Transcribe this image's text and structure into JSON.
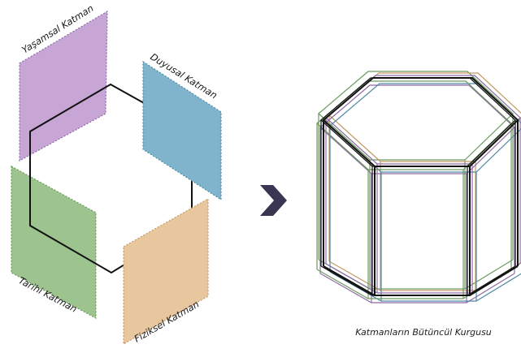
{
  "layers": [
    {
      "key": "yasamsal",
      "label": "Yaşamsal Katman",
      "color": "#c7a6d6",
      "stroke": "#8f6aa6"
    },
    {
      "key": "duyusal",
      "label": "Duyusal Katman",
      "color": "#7fb4cc",
      "stroke": "#4f8aa6"
    },
    {
      "key": "tarihi",
      "label": "Tarihi Katman",
      "color": "#9dc48f",
      "stroke": "#6b9a5d"
    },
    {
      "key": "fiziksel",
      "label": "Fiziksel Katman",
      "color": "#e9c79e",
      "stroke": "#c39a66"
    }
  ],
  "arrow_color": "#3a3550",
  "caption": "Katmanların Bütüncül Kurgusu"
}
